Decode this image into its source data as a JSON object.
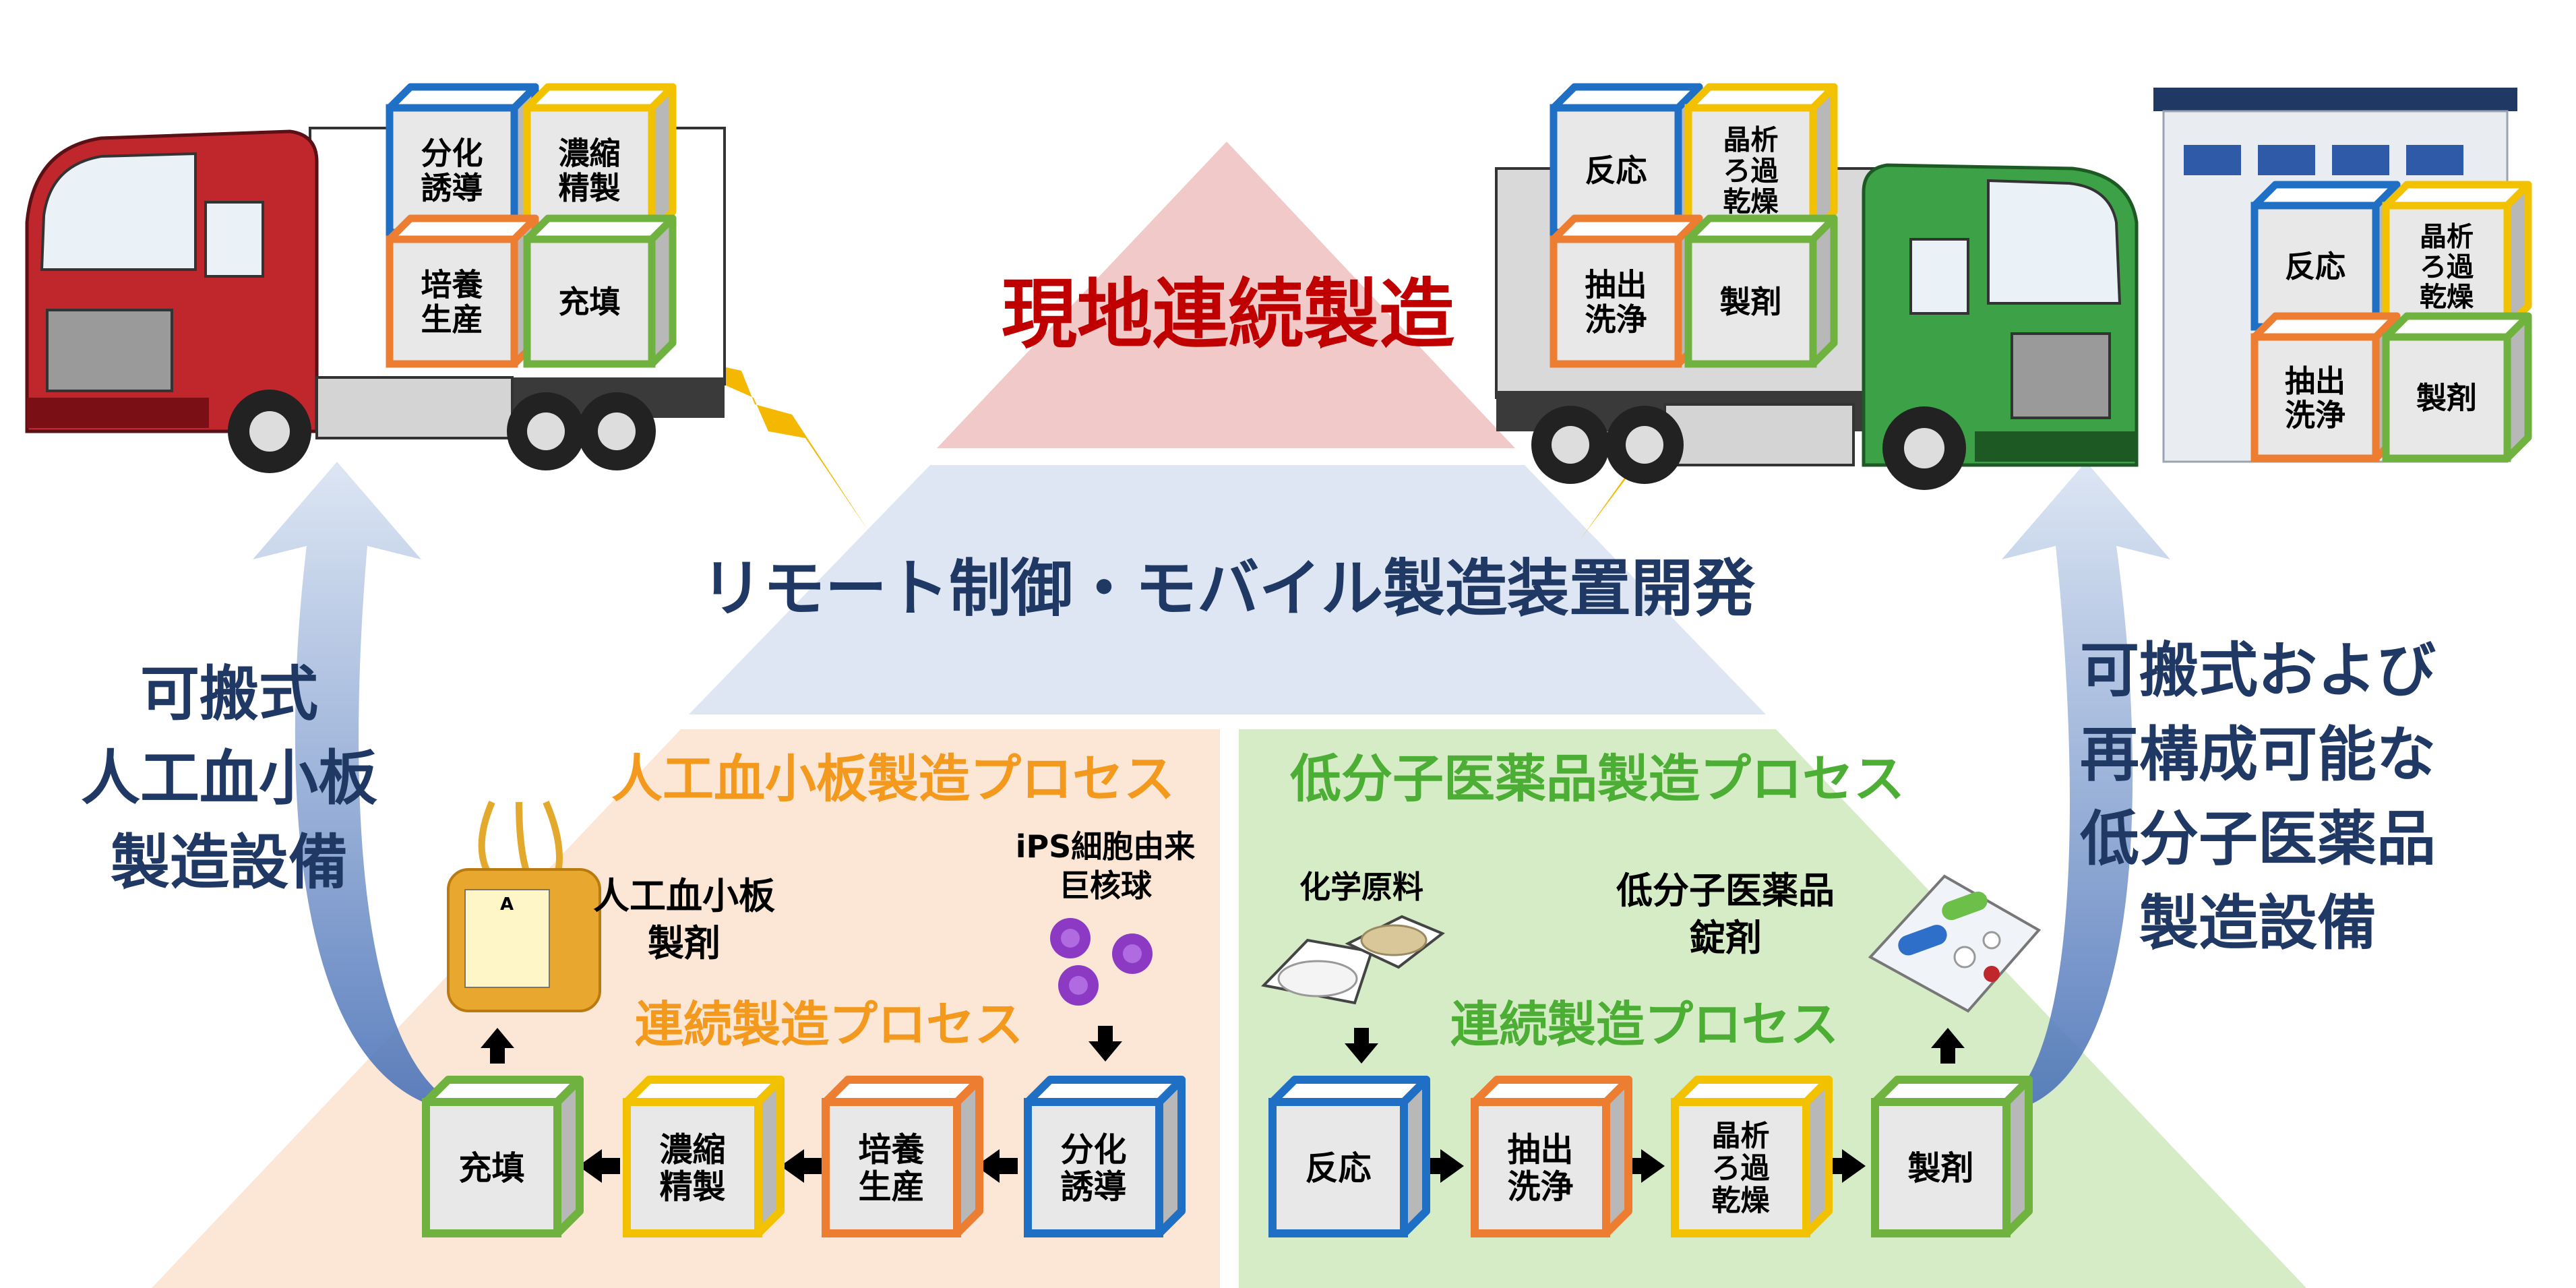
{
  "center": {
    "top_label": "現地連続製造",
    "middle_label": "リモート制御・モバイル製造装置開発"
  },
  "left": {
    "side_label": [
      "可搬式",
      "人工血小板",
      "製造設備"
    ],
    "process_title": "人工血小板製造プロセス",
    "product_label": [
      "人工血小板",
      "製剤"
    ],
    "source_label": [
      "iPS細胞由来",
      "巨核球"
    ],
    "continuous_label": "連続製造プロセス",
    "bag_letter": "A",
    "steps": [
      {
        "lines": [
          "充填"
        ],
        "color": "#6fb240"
      },
      {
        "lines": [
          "濃縮",
          "精製"
        ],
        "color": "#f2c200"
      },
      {
        "lines": [
          "培養",
          "生産"
        ],
        "color": "#ed7d31"
      },
      {
        "lines": [
          "分化",
          "誘導"
        ],
        "color": "#1f6fc5"
      }
    ]
  },
  "right": {
    "side_label": [
      "可搬式および",
      "再構成可能な",
      "低分子医薬品",
      "製造設備"
    ],
    "process_title": "低分子医薬品製造プロセス",
    "raw_label": "化学原料",
    "product_label": [
      "低分子医薬品",
      "錠剤"
    ],
    "continuous_label": "連続製造プロセス",
    "steps": [
      {
        "lines": [
          "反応"
        ],
        "color": "#1f6fc5"
      },
      {
        "lines": [
          "抽出",
          "洗浄"
        ],
        "color": "#ed7d31"
      },
      {
        "lines": [
          "晶析",
          "ろ過",
          "乾燥"
        ],
        "color": "#f2c200"
      },
      {
        "lines": [
          "製剤"
        ],
        "color": "#6fb240"
      }
    ]
  },
  "red_truck_boxes": [
    {
      "lines": [
        "分化",
        "誘導"
      ],
      "color": "#1f6fc5"
    },
    {
      "lines": [
        "濃縮",
        "精製"
      ],
      "color": "#f2c200"
    },
    {
      "lines": [
        "培養",
        "生産"
      ],
      "color": "#ed7d31"
    },
    {
      "lines": [
        "充填"
      ],
      "color": "#6fb240"
    }
  ],
  "green_truck_boxes": [
    {
      "lines": [
        "反応"
      ],
      "color": "#1f6fc5"
    },
    {
      "lines": [
        "晶析",
        "ろ過",
        "乾燥"
      ],
      "color": "#f2c200"
    },
    {
      "lines": [
        "抽出",
        "洗浄"
      ],
      "color": "#ed7d31"
    },
    {
      "lines": [
        "製剤"
      ],
      "color": "#6fb240"
    }
  ],
  "building_boxes": [
    {
      "lines": [
        "反応"
      ],
      "color": "#1f6fc5"
    },
    {
      "lines": [
        "晶析",
        "ろ過",
        "乾燥"
      ],
      "color": "#f2c200"
    },
    {
      "lines": [
        "抽出",
        "洗浄"
      ],
      "color": "#ed7d31"
    },
    {
      "lines": [
        "製剤"
      ],
      "color": "#6fb240"
    }
  ],
  "colors": {
    "navy_text": "#1f3864",
    "red_text": "#c00000",
    "orange_text": "#f39a1e",
    "green_text": "#4cae34",
    "pyramid_top": "#f2c9c9",
    "pyramid_mid": "#dde6f2",
    "pyramid_left": "#fce6d6",
    "pyramid_right": "#d6ecc6"
  }
}
